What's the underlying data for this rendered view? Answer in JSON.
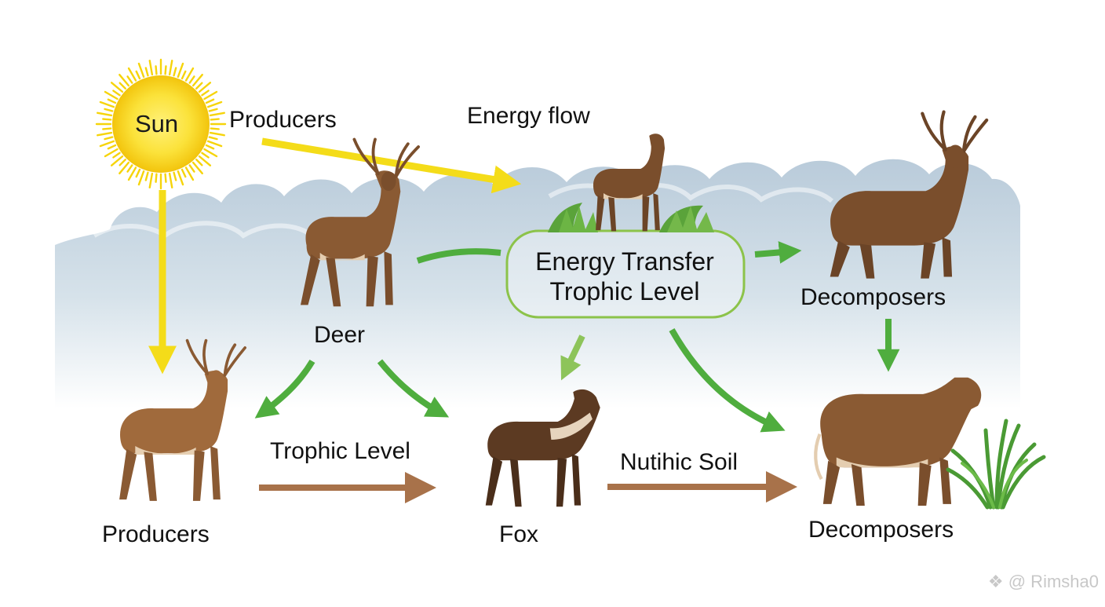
{
  "labels": {
    "sun": "Sun",
    "producers_top": "Producers",
    "energy_flow": "Energy flow",
    "deer": "Deer",
    "energy_transfer": "Energy Transfer",
    "trophic_level_box": "Trophic Level",
    "decomposers_top": "Decomposers",
    "trophic_level_bottom": "Trophic Level",
    "nutihic_soil": "Nutihic Soil",
    "producers_bottom": "Producers",
    "fox": "Fox",
    "decomposers_bottom": "Decomposers"
  },
  "watermark": "@ Rimsha0",
  "icons": [
    "sun-icon",
    "deer-icon",
    "grass-icon",
    "arrow-icon",
    "watermark-icon"
  ],
  "colors": {
    "sun": "#f6d40a",
    "sun_arrow": "#f4dc19",
    "green_arrow": "#4fad3e",
    "brown_arrow": "#a8724a",
    "box_outline": "#8cc34a",
    "grass": "#5aa33a",
    "animal_dark": "#6b4427",
    "animal_mid": "#8a5a33",
    "animal_belly": "#e4cdb0"
  }
}
